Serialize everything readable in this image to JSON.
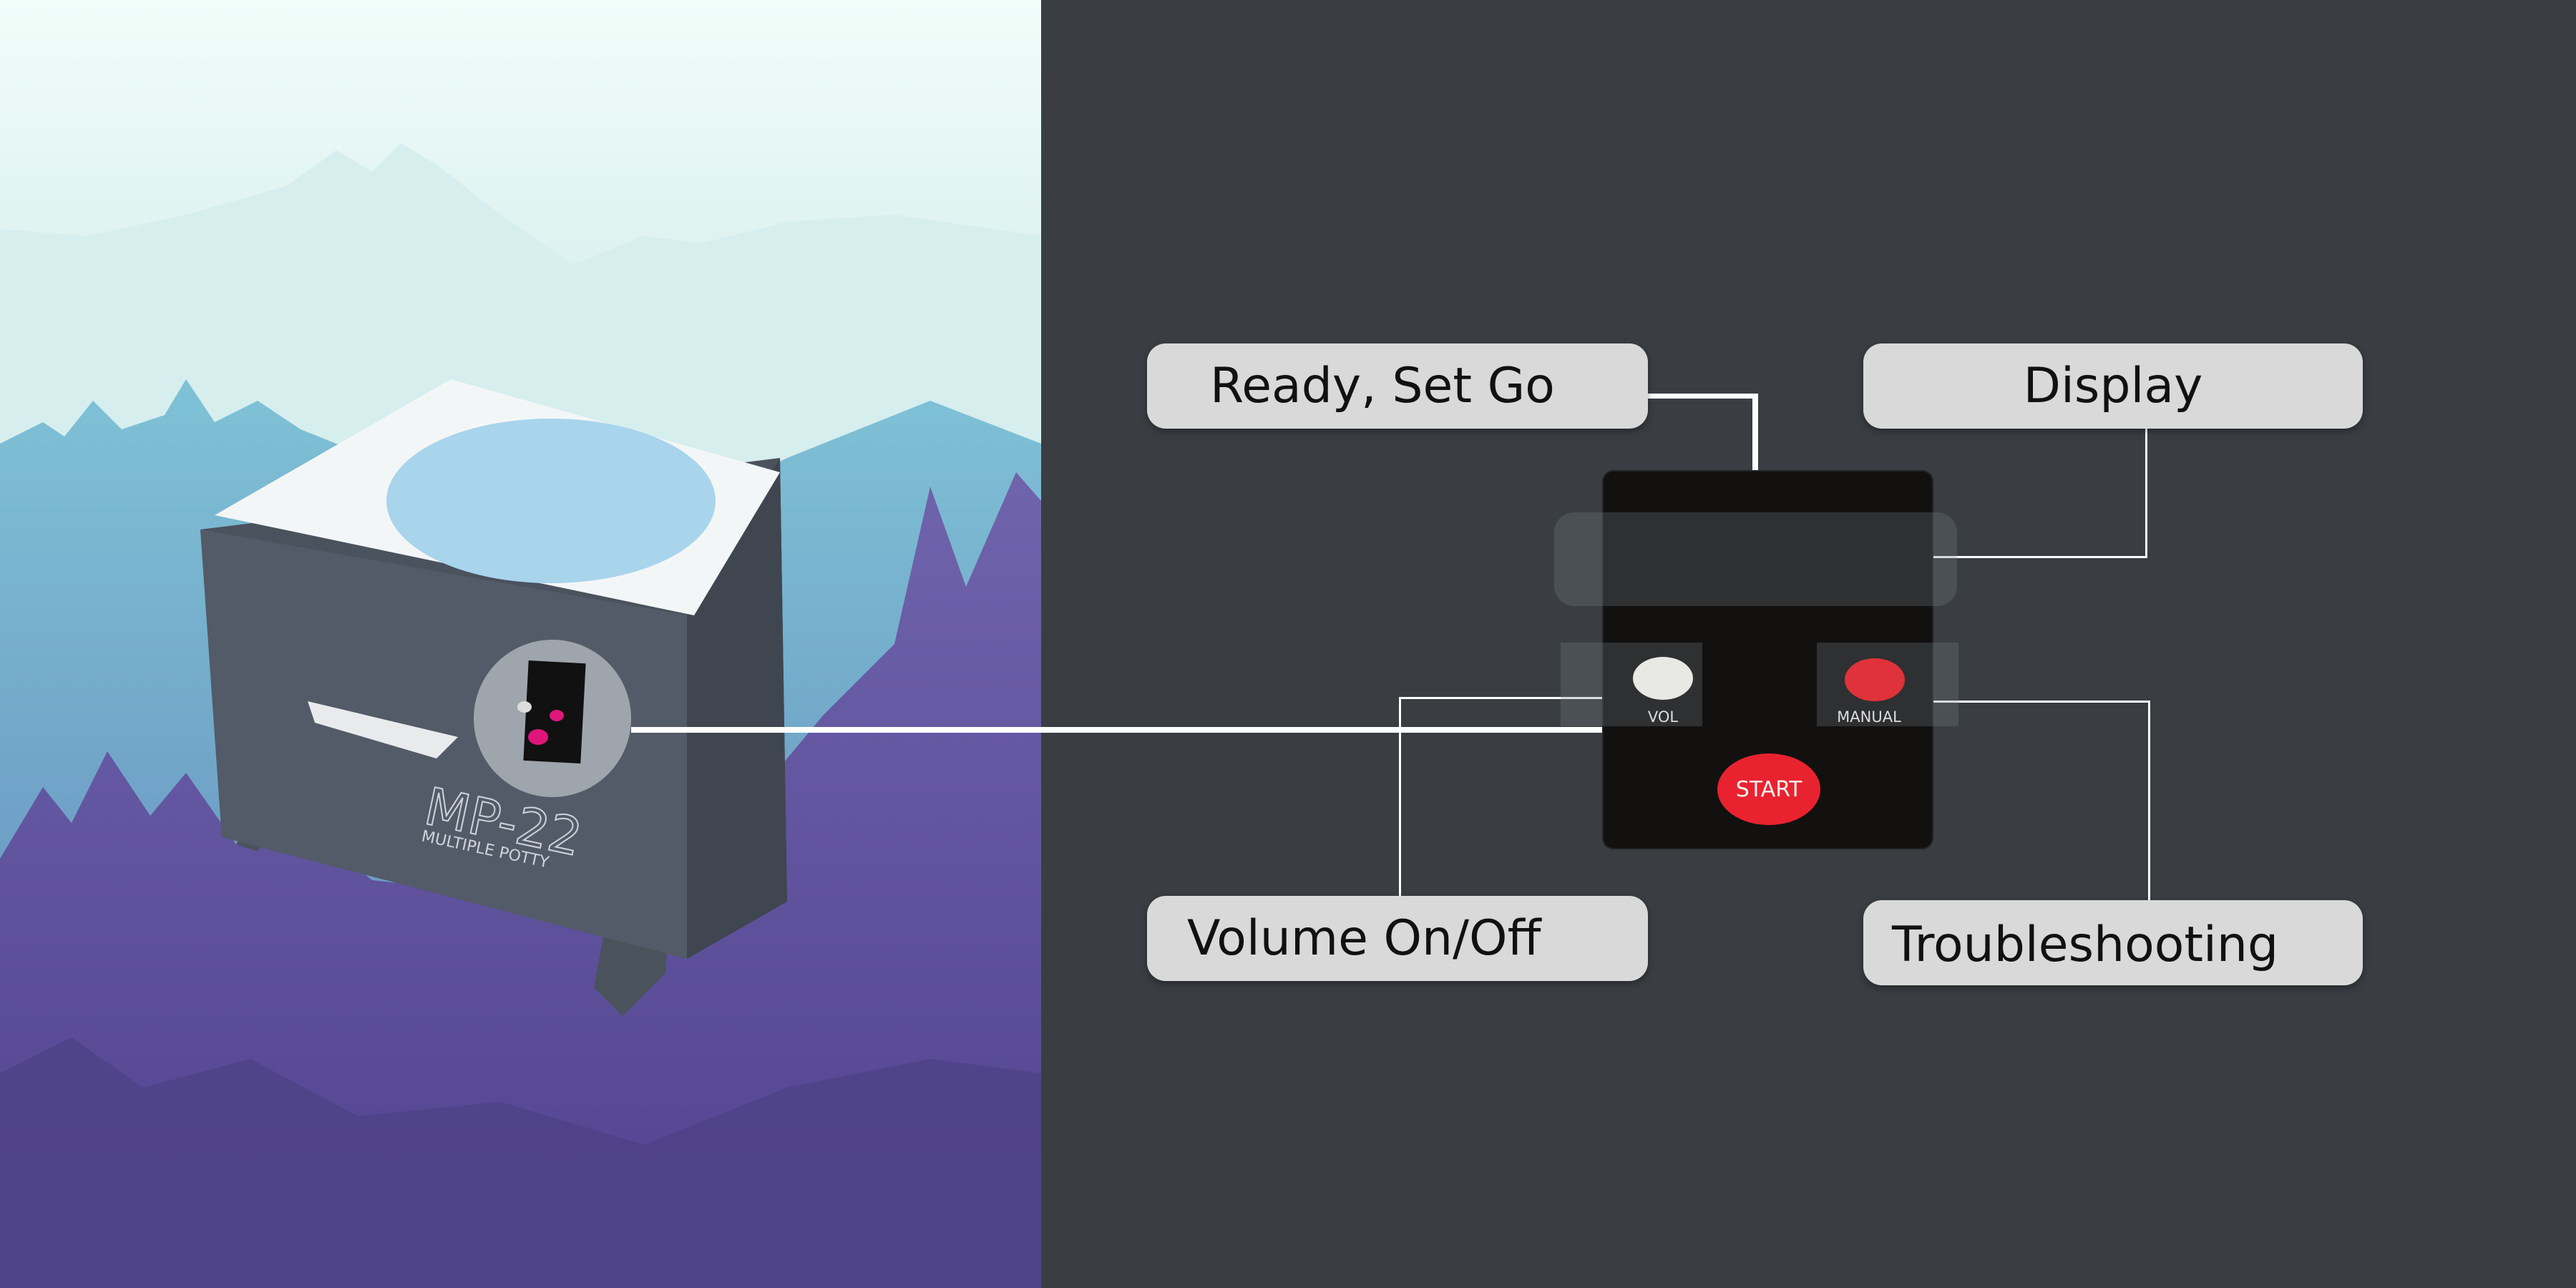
{
  "product": {
    "model": "MP-22",
    "subtitle": "MULTIPLE POTTY"
  },
  "callouts": {
    "ready": "Ready, Set Go",
    "display": "Display",
    "volume": "Volume On/Off",
    "troubleshooting": "Troubleshooting"
  },
  "panel": {
    "vol_label": "VOL",
    "manual_label": "MANUAL",
    "start_label": "START"
  },
  "colors": {
    "background": "#3a3e43",
    "label_bg": "#d9d9d9",
    "start": "#e8232f",
    "manual": "#e0323a",
    "vol": "#e8e8e4"
  }
}
